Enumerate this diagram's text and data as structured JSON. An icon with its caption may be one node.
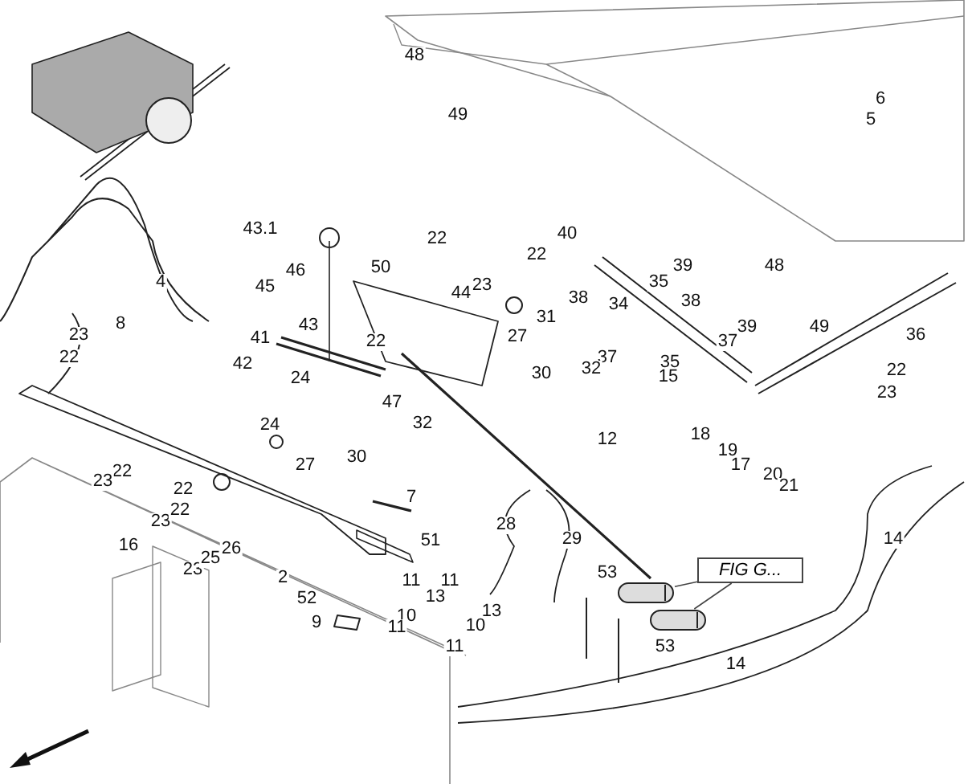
{
  "diagram": {
    "nodes": [
      {
        "text": [
          "FIG G..."
        ]
      },
      {
        "text": [],
        "shape": "picture"
      },
      {
        "text": [],
        "shape": "picture"
      }
    ],
    "edges": [
      {
        "from": 0,
        "to": 1,
        "arrow": "none"
      },
      {
        "from": 0,
        "to": 2,
        "arrow": "none"
      }
    ],
    "labels": [
      "48",
      "49",
      "6",
      "5",
      "43.1",
      "22",
      "40",
      "22",
      "50",
      "46",
      "39",
      "44",
      "23",
      "48",
      "35",
      "45",
      "4",
      "34",
      "38",
      "38",
      "8",
      "43",
      "27",
      "22",
      "31",
      "39",
      "49",
      "36",
      "23",
      "41",
      "37",
      "42",
      "37",
      "22",
      "24",
      "30",
      "32",
      "35",
      "15",
      "22",
      "23",
      "47",
      "32",
      "24",
      "27",
      "30",
      "18",
      "12",
      "19",
      "17",
      "22",
      "23",
      "20",
      "21",
      "22",
      "7",
      "23",
      "22",
      "16",
      "14",
      "28",
      "51",
      "29",
      "26",
      "23",
      "25",
      "2",
      "53",
      "52",
      "11",
      "11",
      "13",
      "13",
      "10",
      "10",
      "9",
      "11",
      "11",
      "53",
      "14"
    ]
  }
}
